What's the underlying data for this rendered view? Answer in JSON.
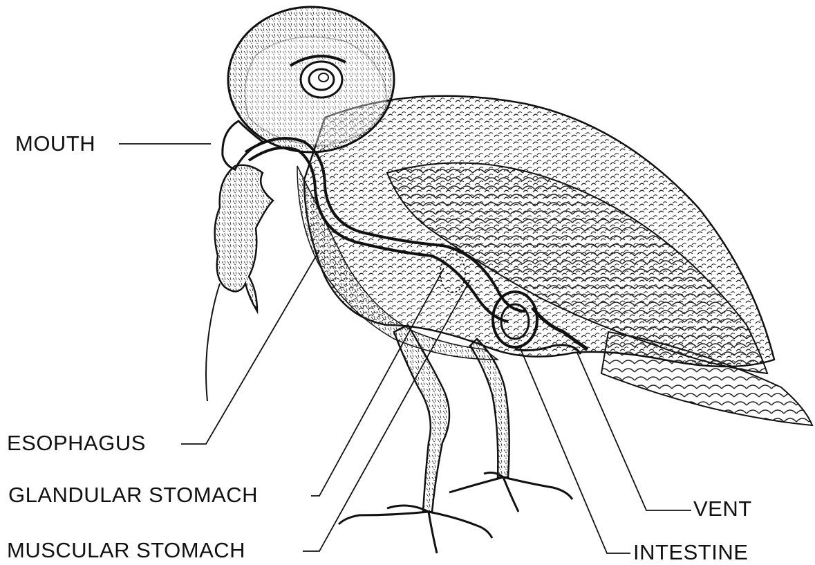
{
  "diagram": {
    "labels": {
      "mouth": "MOUTH",
      "esophagus": "ESOPHAGUS",
      "glandular_stomach": "GLANDULAR STOMACH",
      "muscular_stomach": "MUSCULAR STOMACH",
      "vent": "VENT",
      "intestine": "INTESTINE"
    },
    "colors": {
      "ink": "#111111",
      "paper": "#ffffff"
    }
  }
}
